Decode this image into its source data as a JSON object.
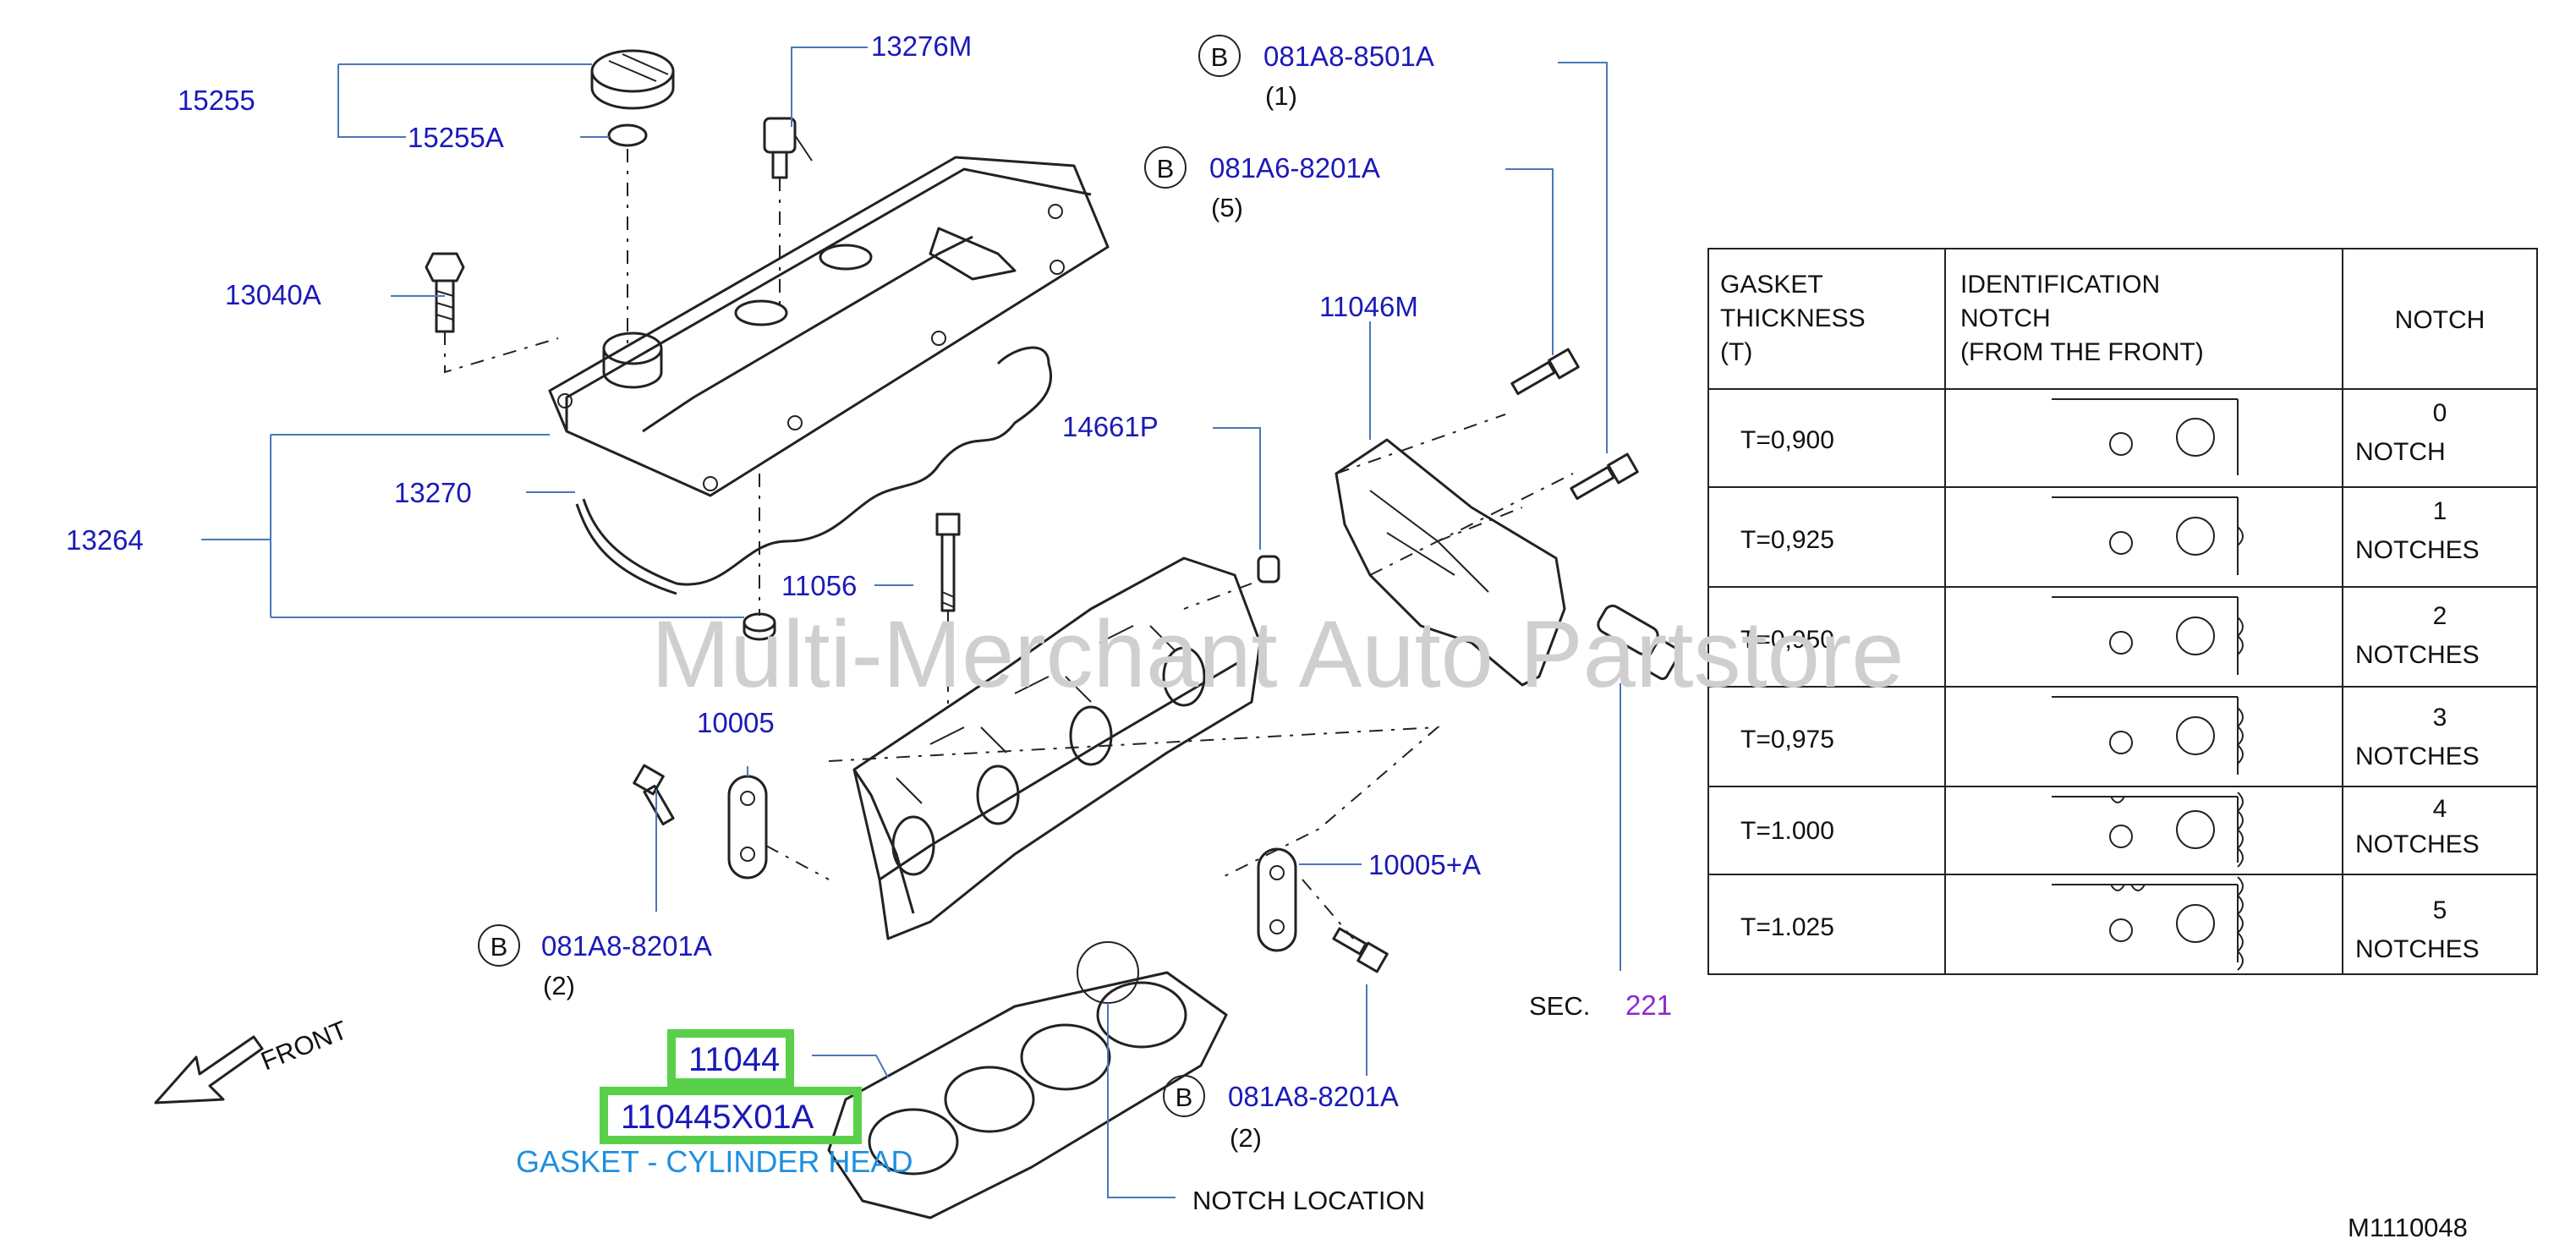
{
  "watermark": "Multi-Merchant Auto Partstore",
  "diagram_id": "M1110048",
  "front_label": "FRONT",
  "circled_letter": "B",
  "part_labels": {
    "p15255": "15255",
    "p15255a": "15255A",
    "p13276m": "13276M",
    "p13040a": "13040A",
    "p13264": "13264",
    "p13270": "13270",
    "p11056": "11056",
    "p10005": "10005",
    "p10005a": "10005+A",
    "p11046m": "11046M",
    "p14661p": "14661P",
    "p081a8_8501a": "081A8-8501A",
    "p081a6_8201a": "081A6-8201A",
    "p081a8_8201a_left": "081A8-8201A",
    "p081a8_8201a_right": "081A8-8201A",
    "p11044": "11044",
    "p110445x01a": "110445X01A"
  },
  "quantities": {
    "q081a8_8501a": "(1)",
    "q081a6_8201a": "(5)",
    "q081a8_8201a_left": "(2)",
    "q081a8_8201a_right": "(2)"
  },
  "sec_label": "SEC.",
  "sec_number": "221",
  "gasket_description": "GASKET - CYLINDER HEAD",
  "notch_location_label": "NOTCH   LOCATION",
  "highlight_color": "#5ad04a",
  "table": {
    "header_thickness": [
      "GASKET",
      "THICKNESS",
      "(T)"
    ],
    "header_identification": [
      "IDENTIFICATION",
      "NOTCH",
      "(FROM   THE   FRONT)"
    ],
    "header_notch": "NOTCH",
    "rows": [
      {
        "thickness": "T=0,900",
        "notch_count": 0,
        "notch_value": "0",
        "notch_unit": "NOTCH"
      },
      {
        "thickness": "T=0,925",
        "notch_count": 1,
        "notch_value": "1",
        "notch_unit": "NOTCHES"
      },
      {
        "thickness": "T=0,950",
        "notch_count": 2,
        "notch_value": "2",
        "notch_unit": "NOTCHES"
      },
      {
        "thickness": "T=0,975",
        "notch_count": 3,
        "notch_value": "3",
        "notch_unit": "NOTCHES"
      },
      {
        "thickness": "T=1.000",
        "notch_count": 4,
        "notch_value": "4",
        "notch_unit": "NOTCHES"
      },
      {
        "thickness": "T=1.025",
        "notch_count": 5,
        "notch_value": "5",
        "notch_unit": "NOTCHES"
      }
    ]
  }
}
